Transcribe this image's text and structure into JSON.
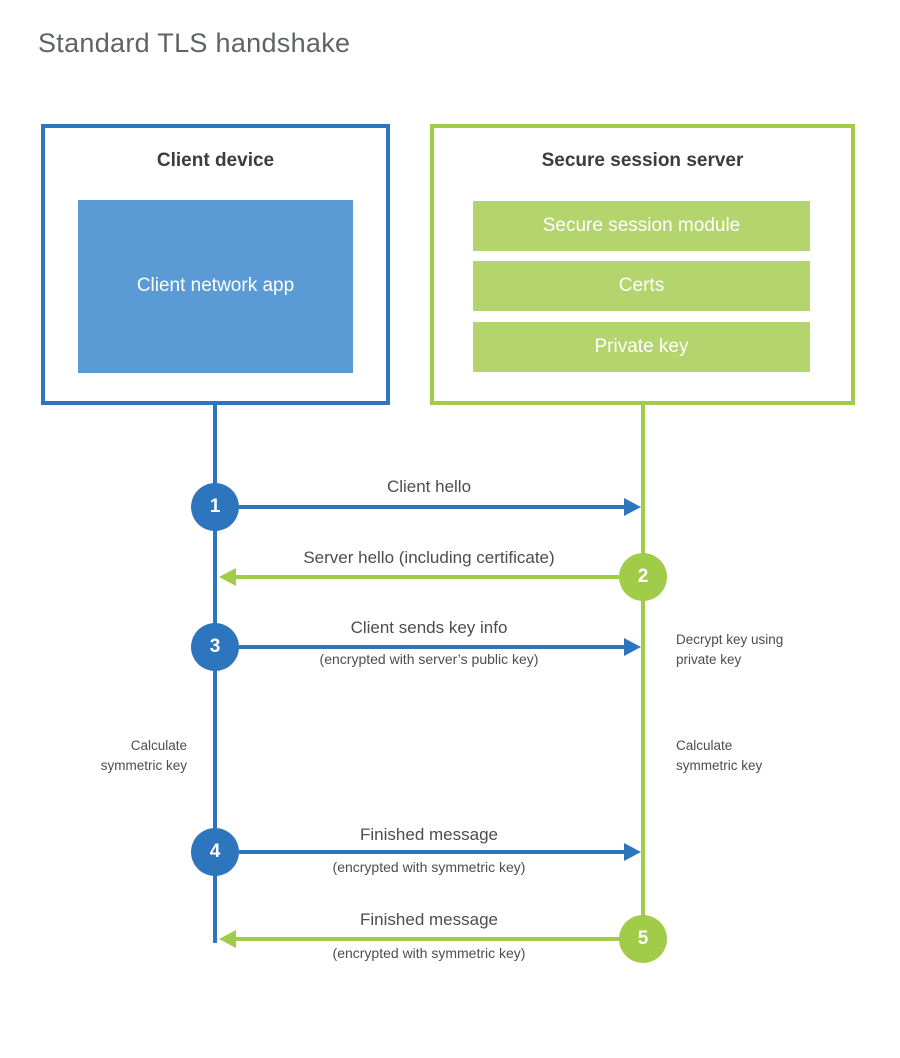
{
  "title": "Standard TLS handshake",
  "colors": {
    "blue": "#2d76bd",
    "blue_fill": "#5b9bd5",
    "green": "#a0cc49",
    "green_fill": "#b4d46e"
  },
  "client": {
    "title": "Client device",
    "app_label": "Client network app"
  },
  "server": {
    "title": "Secure session server",
    "modules": [
      "Secure session module",
      "Certs",
      "Private key"
    ]
  },
  "steps": [
    {
      "number": "1",
      "direction": "right",
      "from": "client",
      "to": "server",
      "label": "Client hello",
      "sublabel": ""
    },
    {
      "number": "2",
      "direction": "left",
      "from": "server",
      "to": "client",
      "label": "Server hello (including certificate)",
      "sublabel": ""
    },
    {
      "number": "3",
      "direction": "right",
      "from": "client",
      "to": "server",
      "label": "Client sends key info",
      "sublabel": "(encrypted with server’s public key)"
    },
    {
      "number": "4",
      "direction": "right",
      "from": "client",
      "to": "server",
      "label": "Finished message",
      "sublabel": "(encrypted with symmetric key)"
    },
    {
      "number": "5",
      "direction": "left",
      "from": "server",
      "to": "client",
      "label": "Finished message",
      "sublabel": "(encrypted with symmetric key)"
    }
  ],
  "notes": {
    "decrypt": "Decrypt key using private key",
    "calc_client": "Calculate symmetric key",
    "calc_server": "Calculate symmetric key"
  }
}
